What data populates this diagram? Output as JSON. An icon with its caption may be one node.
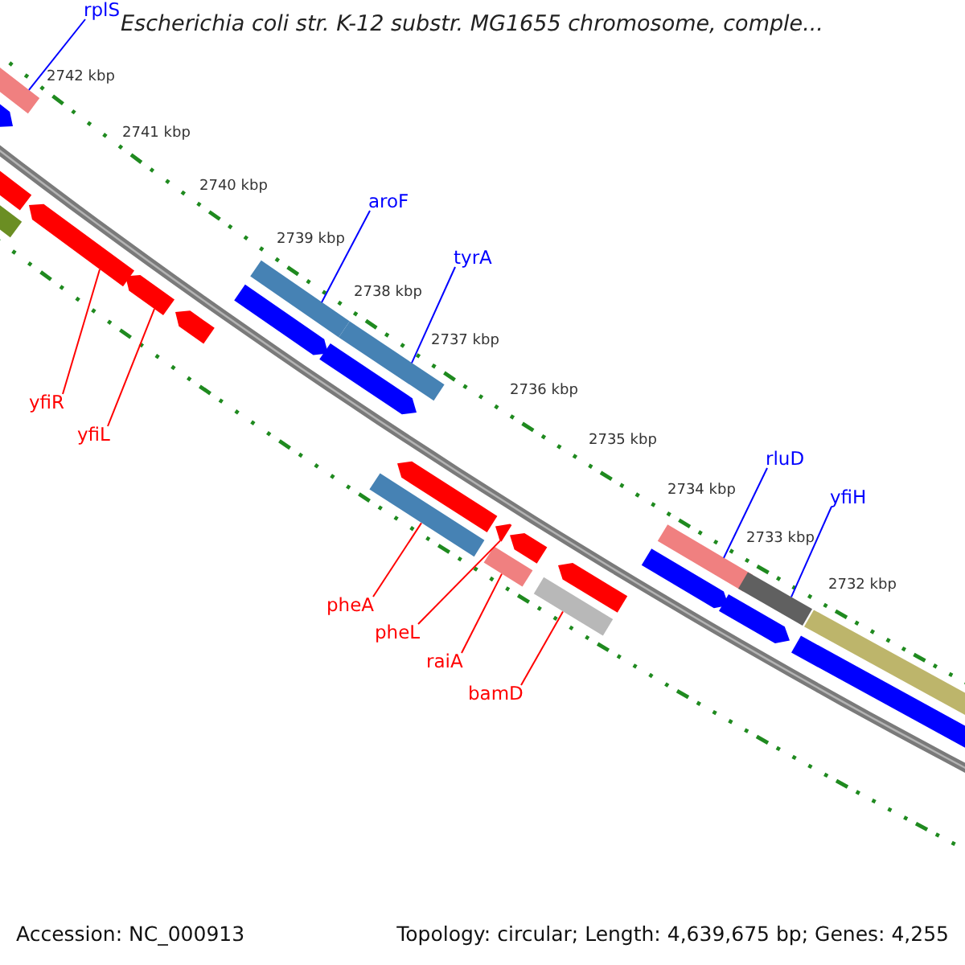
{
  "diagram": {
    "title": "Escherichia coli str. K-12 substr. MG1655 chromosome, comple...",
    "nodes": [
      {
        "text": [
          "rplS"
        ]
      },
      {
        "text": [],
        "shape": "bar"
      },
      {
        "text": [
          "aroF"
        ]
      },
      {
        "text": [],
        "shape": "bar"
      },
      {
        "text": [
          "tyrA"
        ]
      },
      {
        "text": [],
        "shape": "bar"
      },
      {
        "text": [
          "rluD"
        ]
      },
      {
        "text": [],
        "shape": "bar"
      },
      {
        "text": [
          "yfiH"
        ]
      },
      {
        "text": [],
        "shape": "bar"
      },
      {
        "text": [
          "yfiR"
        ]
      },
      {
        "text": [],
        "shape": "bar"
      },
      {
        "text": [
          "yfiL"
        ]
      },
      {
        "text": [],
        "shape": "bar"
      },
      {
        "text": [
          "pheA"
        ]
      },
      {
        "text": [],
        "shape": "bar"
      },
      {
        "text": [
          "pheL"
        ]
      },
      {
        "text": [],
        "shape": "bar"
      },
      {
        "text": [
          "raiA"
        ]
      },
      {
        "text": [],
        "shape": "bar"
      },
      {
        "text": [
          "bamD"
        ]
      },
      {
        "text": [],
        "shape": "bar"
      },
      {
        "text": [],
        "shape": "bar"
      },
      {
        "text": [],
        "shape": "bar"
      }
    ],
    "edges": [
      {
        "from": 0,
        "to": 1,
        "arrow": "none",
        "color": "#0000ff"
      },
      {
        "from": 2,
        "to": 3,
        "arrow": "none",
        "color": "#0000ff"
      },
      {
        "from": 4,
        "to": 5,
        "arrow": "none",
        "color": "#0000ff"
      },
      {
        "from": 6,
        "to": 7,
        "arrow": "none",
        "color": "#0000ff"
      },
      {
        "from": 8,
        "to": 9,
        "arrow": "none",
        "color": "#0000ff"
      },
      {
        "from": 10,
        "to": 11,
        "arrow": "none"
      },
      {
        "from": 12,
        "to": 13,
        "arrow": "none"
      },
      {
        "from": 14,
        "to": 15,
        "arrow": "none"
      },
      {
        "from": 16,
        "to": 17,
        "arrow": "none"
      },
      {
        "from": 18,
        "to": 19,
        "arrow": "none"
      },
      {
        "from": 20,
        "to": 21,
        "arrow": "none"
      }
    ],
    "labels": [
      "2742 kbp",
      "2741 kbp",
      "2740 kbp",
      "2739 kbp",
      "2738 kbp",
      "2737 kbp",
      "2736 kbp",
      "2735 kbp",
      "2734 kbp",
      "2733 kbp",
      "2732 kbp",
      "Accession: NC_000913",
      "Topology: circular; Length: 4,639,675 bp; Genes: 4,255"
    ]
  }
}
